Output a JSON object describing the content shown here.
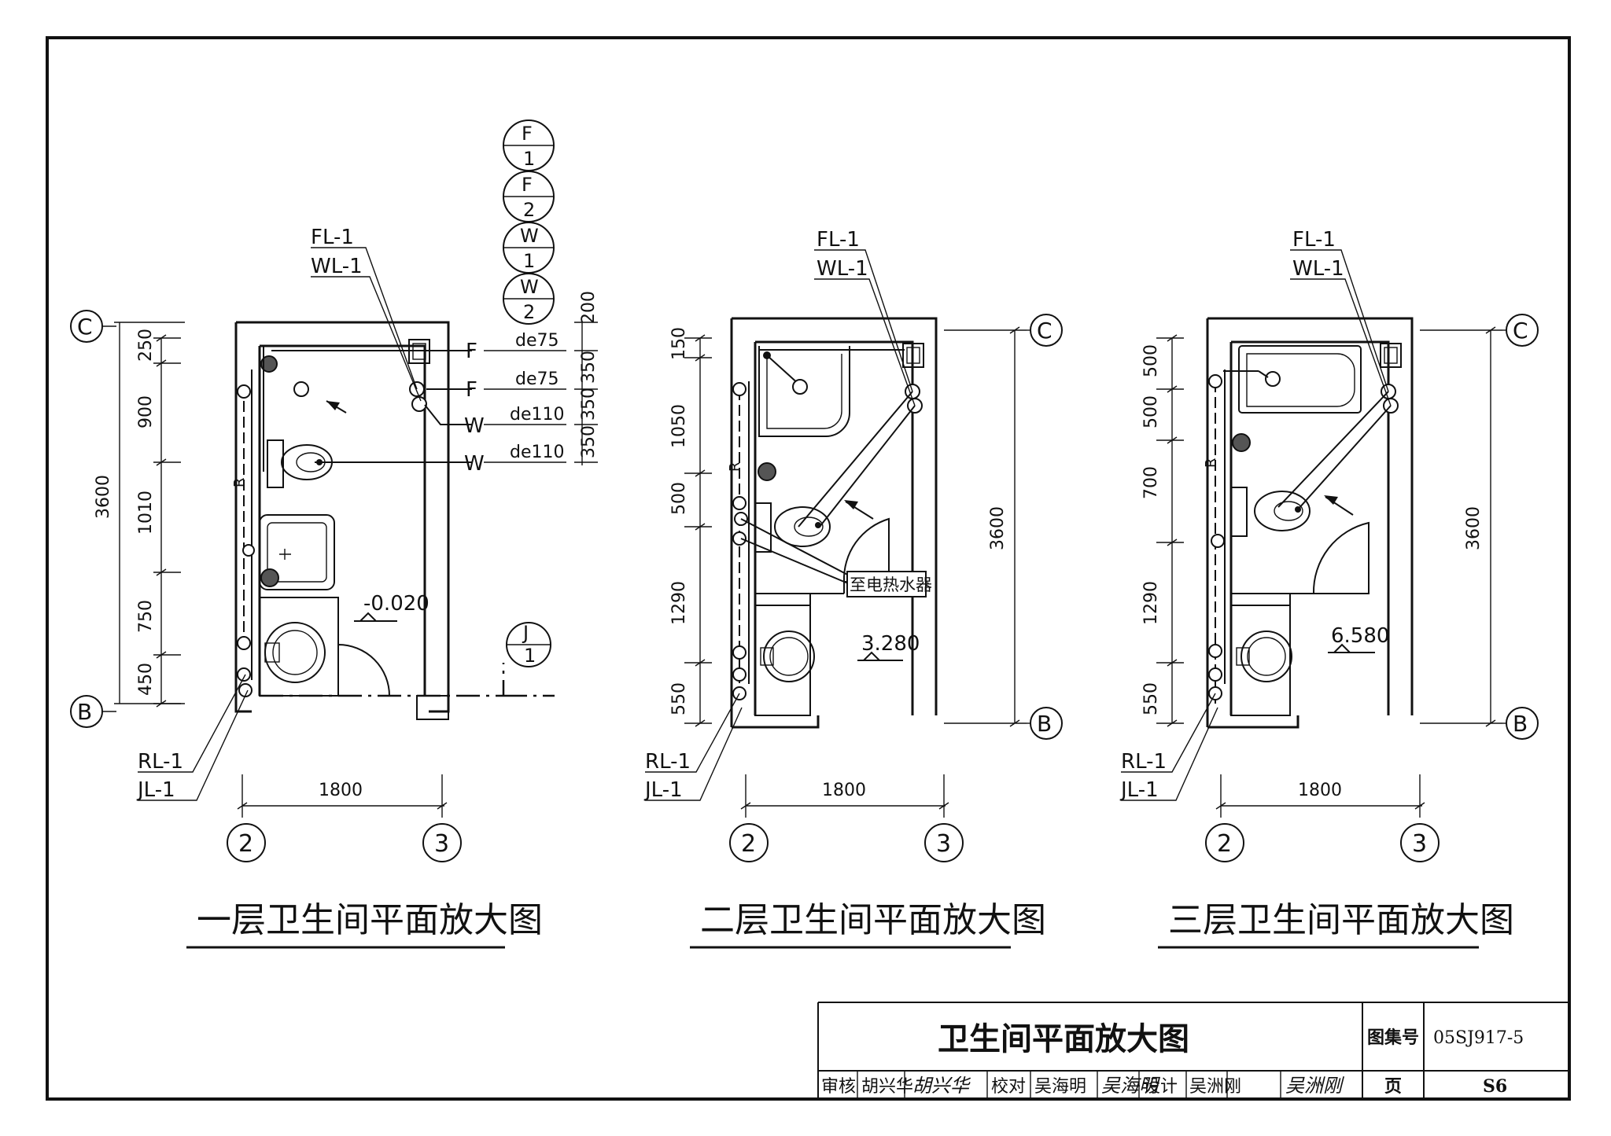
{
  "axes": {
    "c": "C",
    "b": "B",
    "two": "2",
    "three": "3"
  },
  "plan1": {
    "caption": "一层卫生间平面放大图",
    "dims_left": [
      "250",
      "900",
      "1010",
      "750",
      "450"
    ],
    "dim_total": "3600",
    "dim_bottom": "1800",
    "elevation": "-0.020",
    "pipe_labels": {
      "fl": "FL-1",
      "wl": "WL-1",
      "rl": "RL-1",
      "jl": "JL-1"
    },
    "outlets": [
      {
        "mark": "F",
        "size": "de75"
      },
      {
        "mark": "F",
        "size": "de75"
      },
      {
        "mark": "W",
        "size": "de110"
      },
      {
        "mark": "W",
        "size": "de110"
      }
    ],
    "dims_right": [
      "200",
      "350",
      "350",
      "350"
    ],
    "circle_tags": [
      {
        "top": "F",
        "bottom": "1"
      },
      {
        "top": "F",
        "bottom": "2"
      },
      {
        "top": "W",
        "bottom": "1"
      },
      {
        "top": "W",
        "bottom": "2"
      }
    ],
    "section_tag": {
      "top": "J",
      "bottom": "1"
    },
    "riser_mark": "R"
  },
  "plan2": {
    "caption": "二层卫生间平面放大图",
    "dims_left": [
      "150",
      "1050",
      "500",
      "1290",
      "550"
    ],
    "dim_total": "3600",
    "dim_bottom": "1800",
    "elevation": "3.280",
    "heater_note": "至电热水器",
    "pipe_labels": {
      "fl": "FL-1",
      "wl": "WL-1",
      "rl": "RL-1",
      "jl": "JL-1"
    },
    "riser_mark": "R"
  },
  "plan3": {
    "caption": "三层卫生间平面放大图",
    "dims_left": [
      "500",
      "500",
      "700",
      "1290",
      "550"
    ],
    "dim_total": "3600",
    "dim_bottom": "1800",
    "elevation": "6.580",
    "pipe_labels": {
      "fl": "FL-1",
      "wl": "WL-1",
      "rl": "RL-1",
      "jl": "JL-1"
    },
    "riser_mark": "R"
  },
  "title_block": {
    "drawing_title": "卫生间平面放大图",
    "atlas_label": "图集号",
    "atlas_no": "05SJ917-5",
    "page_label": "页",
    "page_no": "S6",
    "review_label": "审核",
    "reviewer": "胡兴华",
    "check_label": "校对",
    "checker": "吴海明",
    "design_label": "设计",
    "designer": "吴洲刚"
  }
}
